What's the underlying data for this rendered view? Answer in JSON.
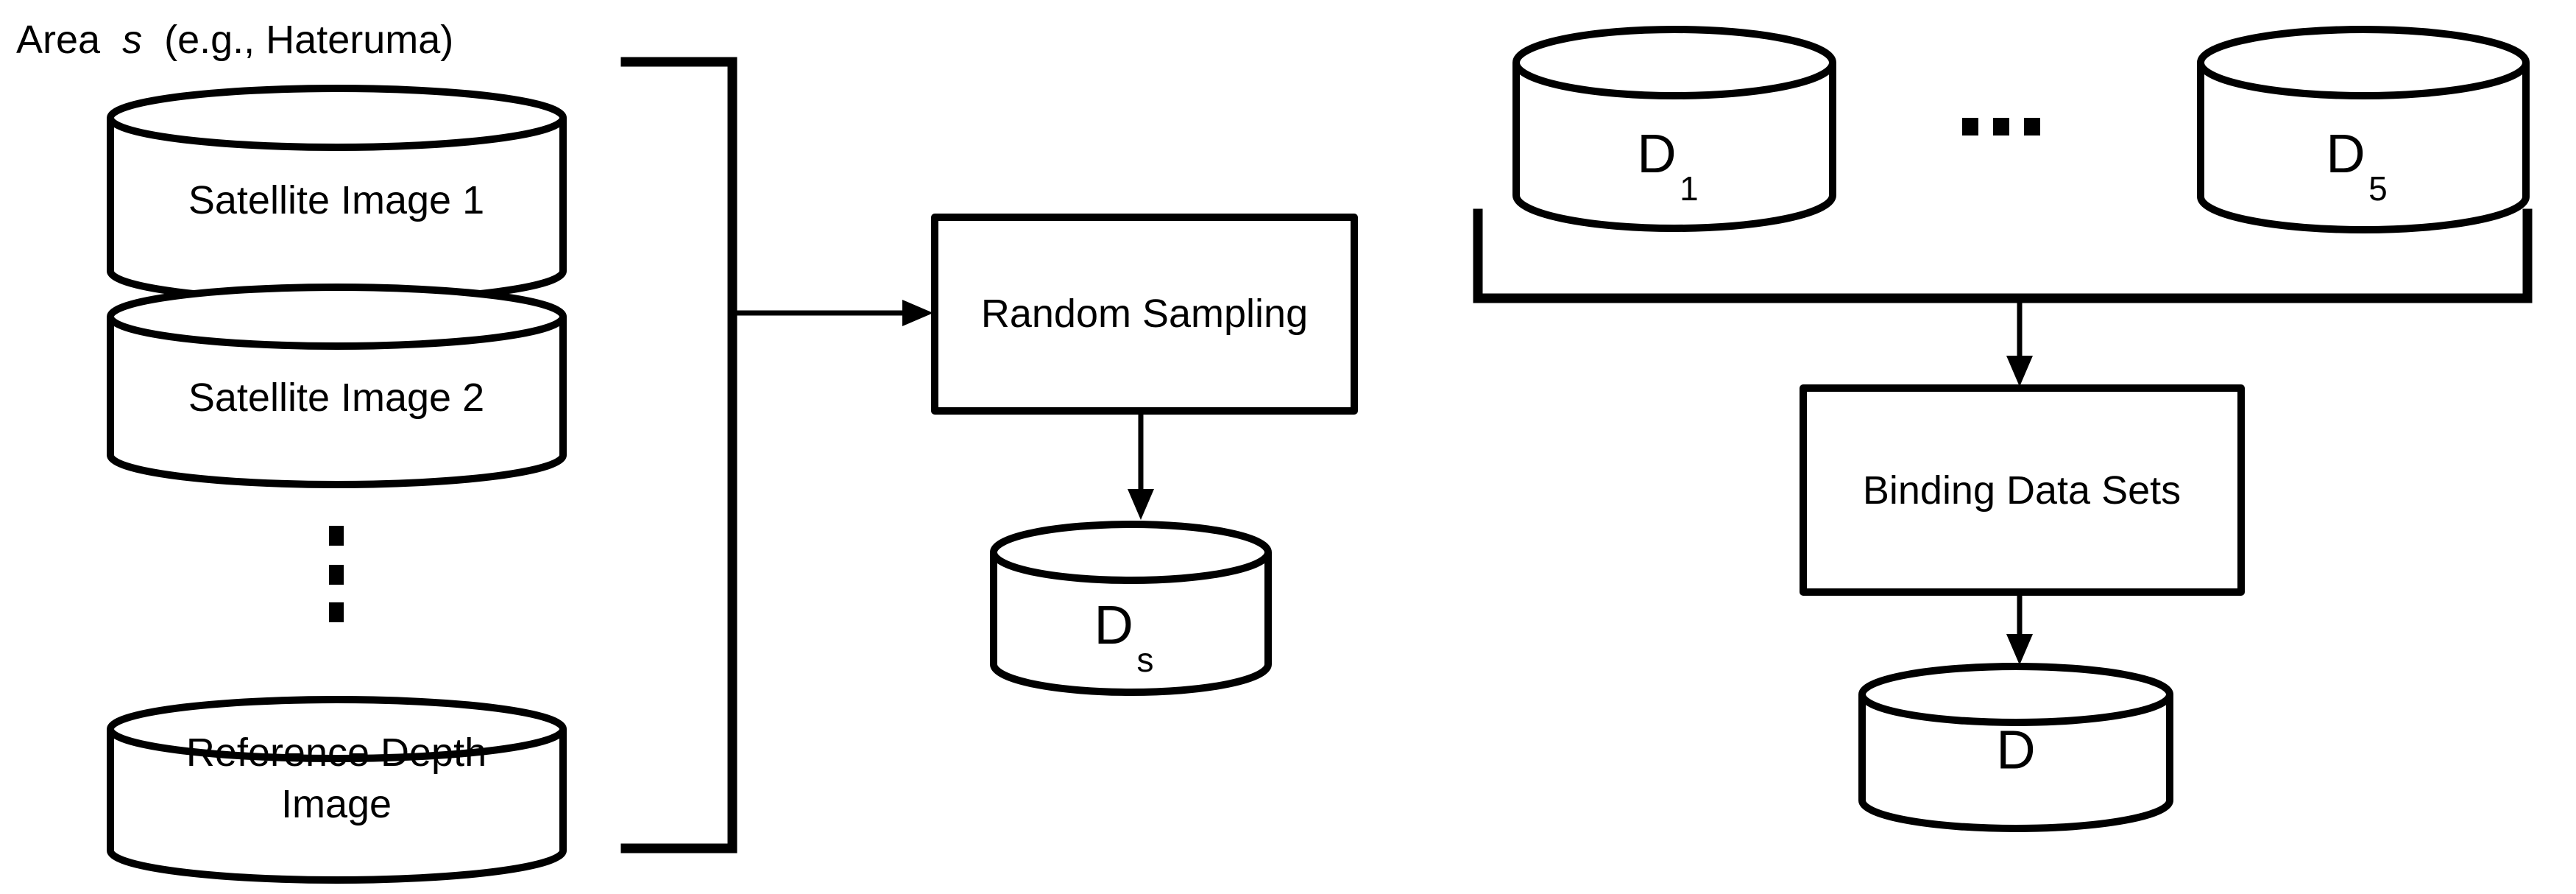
{
  "page": {
    "background": "#ffffff",
    "stroke_color": "#000000"
  },
  "icons": {
    "ellipsis_vertical": "⋮",
    "ellipsis_horizontal": "…"
  },
  "left_group": {
    "area_label": {
      "word1": "Area",
      "word2_italic": "s",
      "word3": "(e.g., Hateruma)"
    },
    "stack_cylinders": [
      {
        "label": "Satellite Image 1"
      },
      {
        "label": "Satellite Image 2"
      }
    ],
    "reference_cylinder": {
      "label_line1": "Reference Depth",
      "label_line2": "Image"
    }
  },
  "sampling": {
    "box_label": "Random Sampling",
    "output_cylinder": {
      "base": "D",
      "subscript": "s"
    }
  },
  "right_group": {
    "cylinder_first": {
      "base": "D",
      "subscript": "1"
    },
    "cylinder_last": {
      "base": "D",
      "subscript": "5"
    },
    "binding_box_label": "Binding Data Sets",
    "output_cylinder": {
      "base": "D"
    }
  }
}
